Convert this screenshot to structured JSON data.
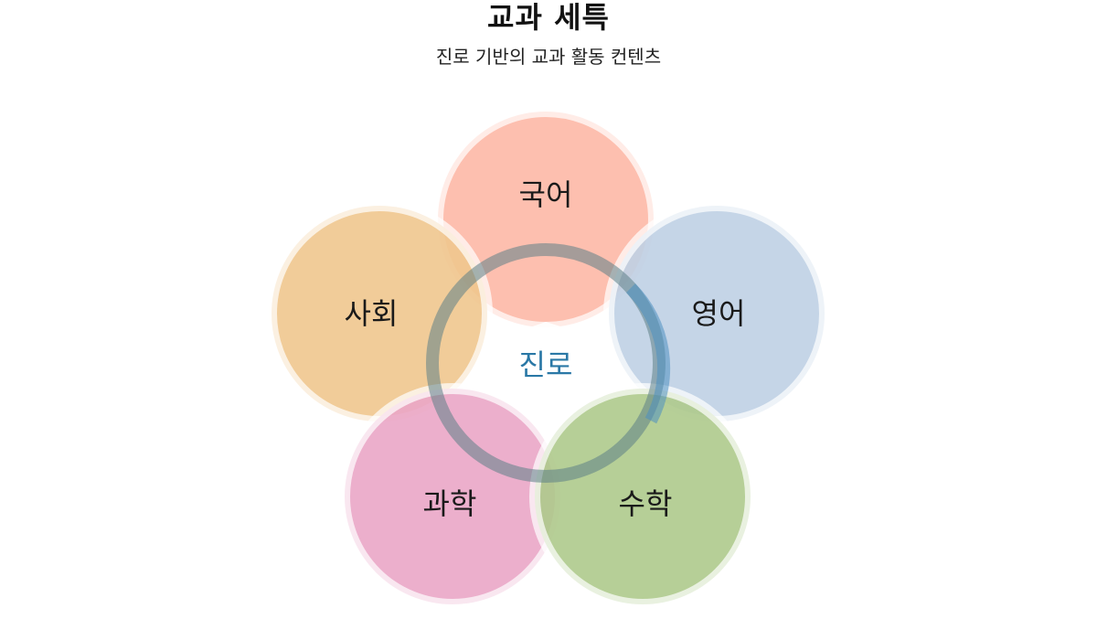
{
  "header": {
    "title": "교과 세특",
    "subtitle": "진로 기반의 교과 활동 컨텐츠"
  },
  "center": {
    "label": "진로",
    "color": "#2a78a6"
  },
  "subjects": [
    {
      "label": "국어",
      "fill": "#fdb8a6"
    },
    {
      "label": "영어",
      "fill": "#bfd0e4"
    },
    {
      "label": "수학",
      "fill": "#aeca8c"
    },
    {
      "label": "과학",
      "fill": "#eaa6c7"
    },
    {
      "label": "사회",
      "fill": "#efc68e"
    }
  ]
}
